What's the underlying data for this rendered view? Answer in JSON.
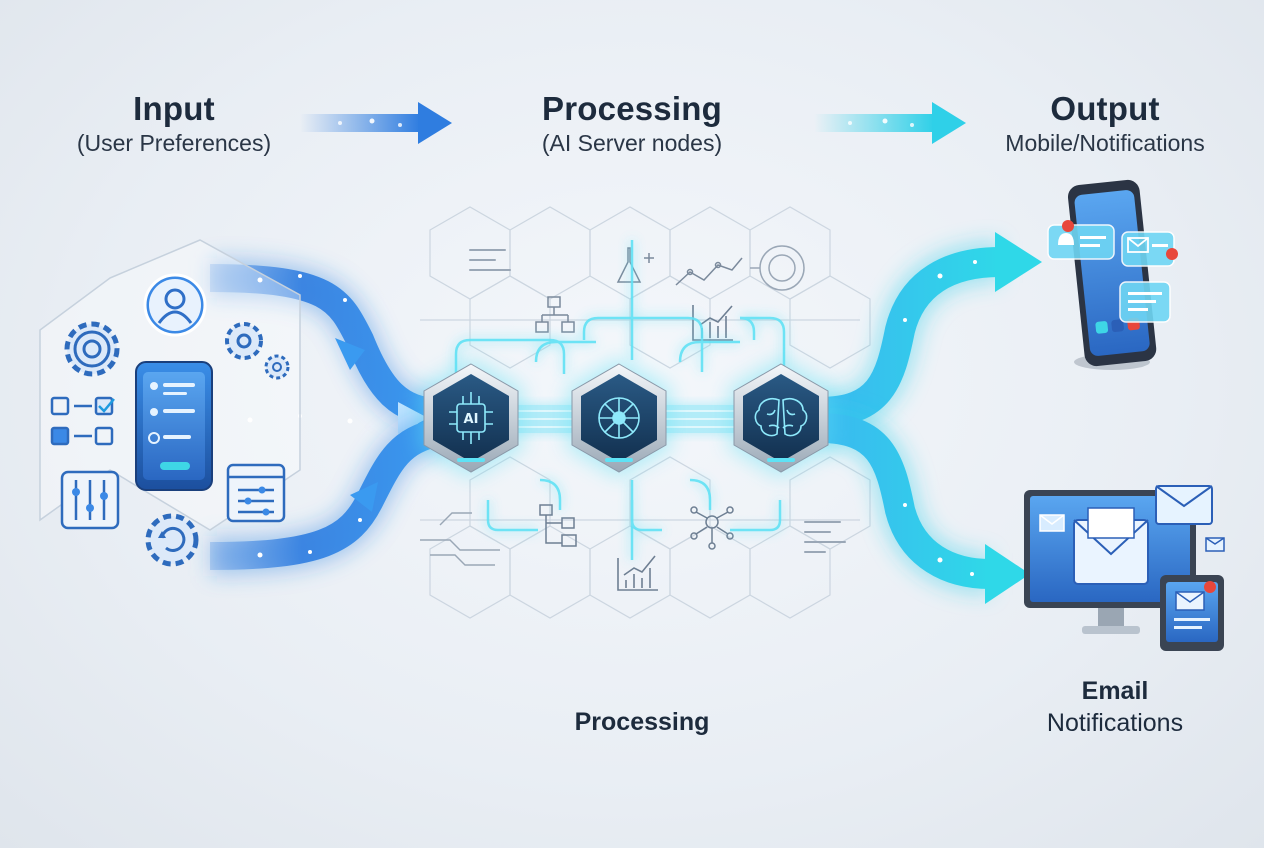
{
  "stages": {
    "input": {
      "title": "Input",
      "subtitle": "(User Preferences)"
    },
    "processing": {
      "title": "Processing",
      "subtitle": "(AI Server nodes)"
    },
    "output": {
      "title": "Output",
      "subtitle": "Mobile/Notifications"
    }
  },
  "labels": {
    "processing_bottom": "Processing",
    "email_title": "Email",
    "email_sub": "Notifications"
  },
  "nodes": [
    {
      "icon": "ai-chip-icon",
      "text": "AI"
    },
    {
      "icon": "network-hub-icon"
    },
    {
      "icon": "brain-icon"
    }
  ],
  "colors": {
    "input_blue": "#2f7de0",
    "output_cyan": "#2fd0e8",
    "title_text": "#1d2b3d",
    "node_dark": "#1c3d5e",
    "notification_badge": "#e8473b"
  }
}
